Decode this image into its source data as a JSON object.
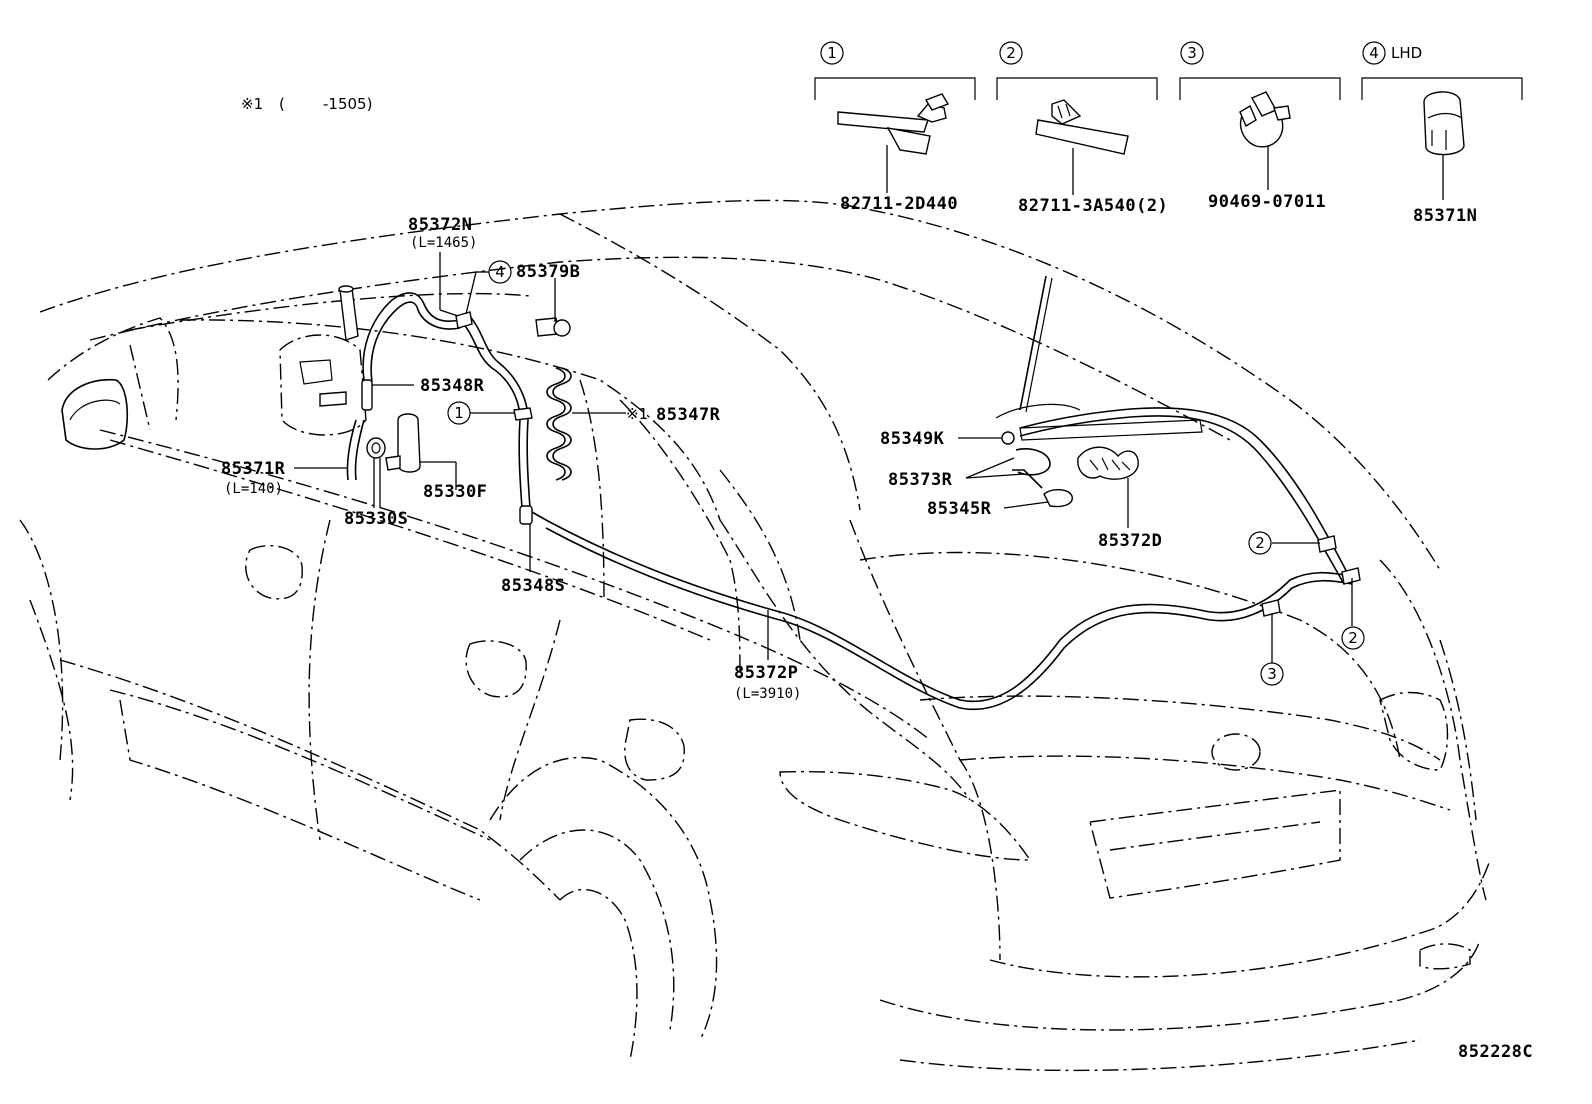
{
  "note": {
    "mark": "※1",
    "open_paren": "(",
    "range": "-1505)"
  },
  "insets": [
    {
      "num": "1",
      "suffix": "",
      "part": "82711-2D440"
    },
    {
      "num": "2",
      "suffix": "",
      "part": "82711-3A540(2)"
    },
    {
      "num": "3",
      "suffix": "",
      "part": "90469-07011"
    },
    {
      "num": "4",
      "suffix": "LHD",
      "part": "85371N"
    }
  ],
  "callouts": {
    "p85372N": "85372N",
    "p85372N_len": "(L=1465)",
    "p85379B": "85379B",
    "p85348R": "85348R",
    "p85347R_mark": "※1",
    "p85347R": "85347R",
    "p85371R": "85371R",
    "p85371R_len": "(L=140)",
    "p85330F": "85330F",
    "p85330S": "85330S",
    "p85348S": "85348S",
    "p85372P": "85372P",
    "p85372P_len": "(L=3910)",
    "p85349K": "85349K",
    "p85373R": "85373R",
    "p85345R": "85345R",
    "p85372D": "85372D"
  },
  "clip_markers": {
    "c4": "4",
    "c1": "1",
    "c2a": "2",
    "c2b": "2",
    "c3": "3"
  },
  "figure_id": "852228C"
}
